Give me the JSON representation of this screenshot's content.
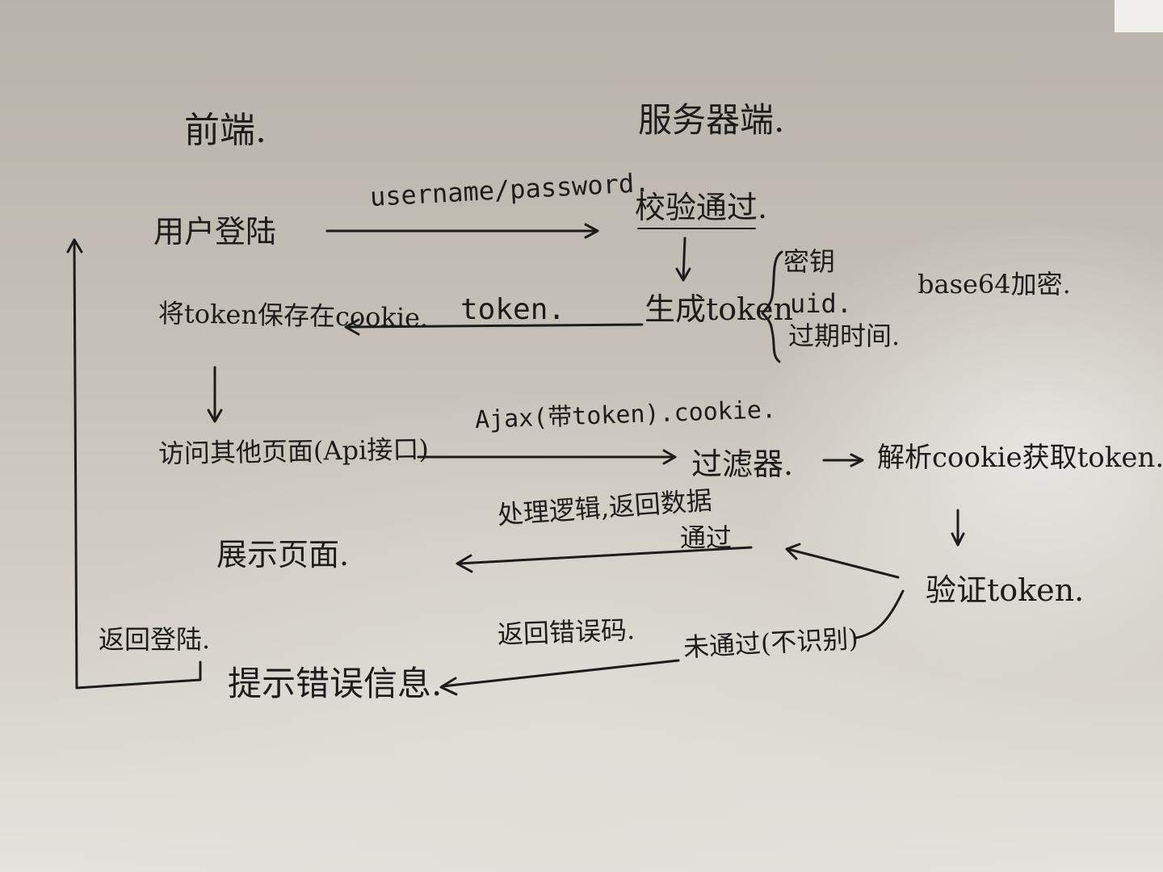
{
  "headers": {
    "frontend": "前端.",
    "server": "服务器端."
  },
  "frontend_steps": {
    "login": "用户登陆",
    "save_token": "将token保存在cookie.",
    "visit_page": "访问其他页面(Api接口)",
    "show_page": "展示页面.",
    "back_to_login": "返回登陆.",
    "show_error": "提示错误信息."
  },
  "server_steps": {
    "verify_pass": "校验通过.",
    "generate_token": "生成token",
    "token_parts": [
      "密钥",
      "uid.",
      "过期时间."
    ],
    "base64": "base64加密.",
    "filter": "过滤器.",
    "parse_cookie": "解析cookie获取token.",
    "validate_token": "验证token."
  },
  "edges": {
    "credentials": "username/password.",
    "token": "token.",
    "ajax": "Ajax(带token).cookie.",
    "handle_logic": "处理逻辑,返回数据",
    "passed": "通过",
    "return_error": "返回错误码.",
    "not_passed": "未通过(不识别)"
  },
  "colors": {
    "ink": "#1e1c1a",
    "paper": "#c6c1b8"
  }
}
